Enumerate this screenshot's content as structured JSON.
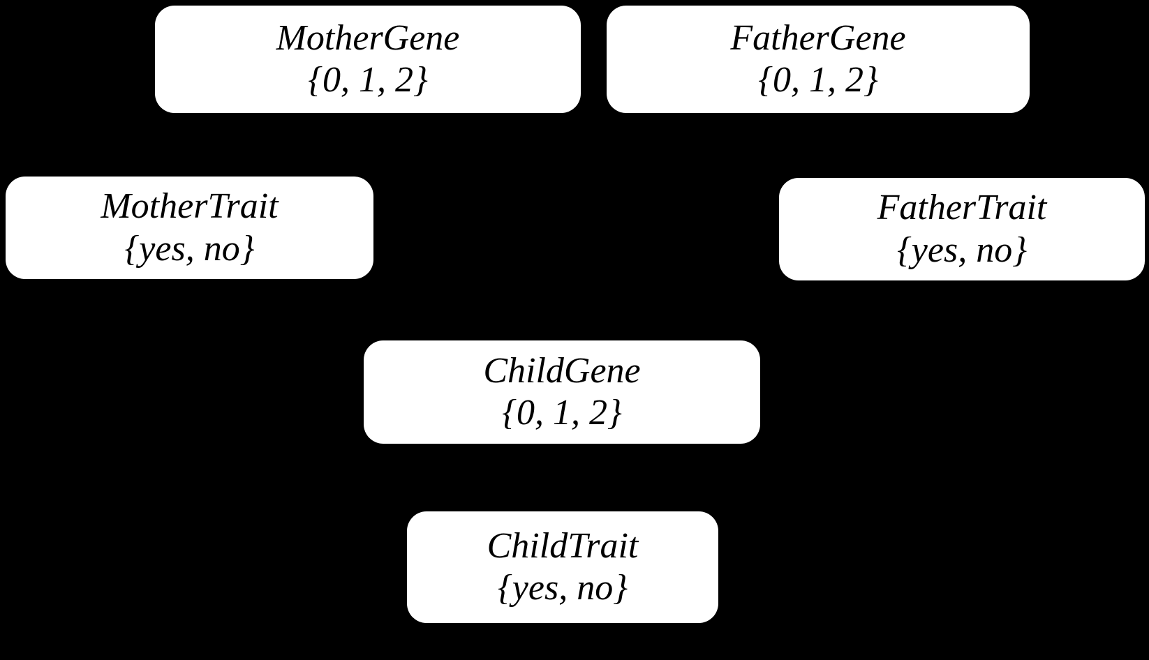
{
  "diagram": {
    "type": "bayesian-network",
    "background_color": "#000000",
    "node_fill_color": "#ffffff",
    "node_text_color": "#000000",
    "edge_color": "#000000",
    "edges_visible": false,
    "nodes": [
      {
        "id": "mother-gene",
        "title": "MotherGene",
        "domain": "{0, 1, 2}"
      },
      {
        "id": "father-gene",
        "title": "FatherGene",
        "domain": "{0, 1, 2}"
      },
      {
        "id": "mother-trait",
        "title": "MotherTrait",
        "domain": "{yes, no}"
      },
      {
        "id": "father-trait",
        "title": "FatherTrait",
        "domain": "{yes, no}"
      },
      {
        "id": "child-gene",
        "title": "ChildGene",
        "domain": "{0, 1, 2}"
      },
      {
        "id": "child-trait",
        "title": "ChildTrait",
        "domain": "{yes, no}"
      }
    ],
    "edges": [
      {
        "from": "mother-gene",
        "to": "mother-trait"
      },
      {
        "from": "mother-gene",
        "to": "child-gene"
      },
      {
        "from": "father-gene",
        "to": "father-trait"
      },
      {
        "from": "father-gene",
        "to": "child-gene"
      },
      {
        "from": "child-gene",
        "to": "child-trait"
      }
    ]
  }
}
